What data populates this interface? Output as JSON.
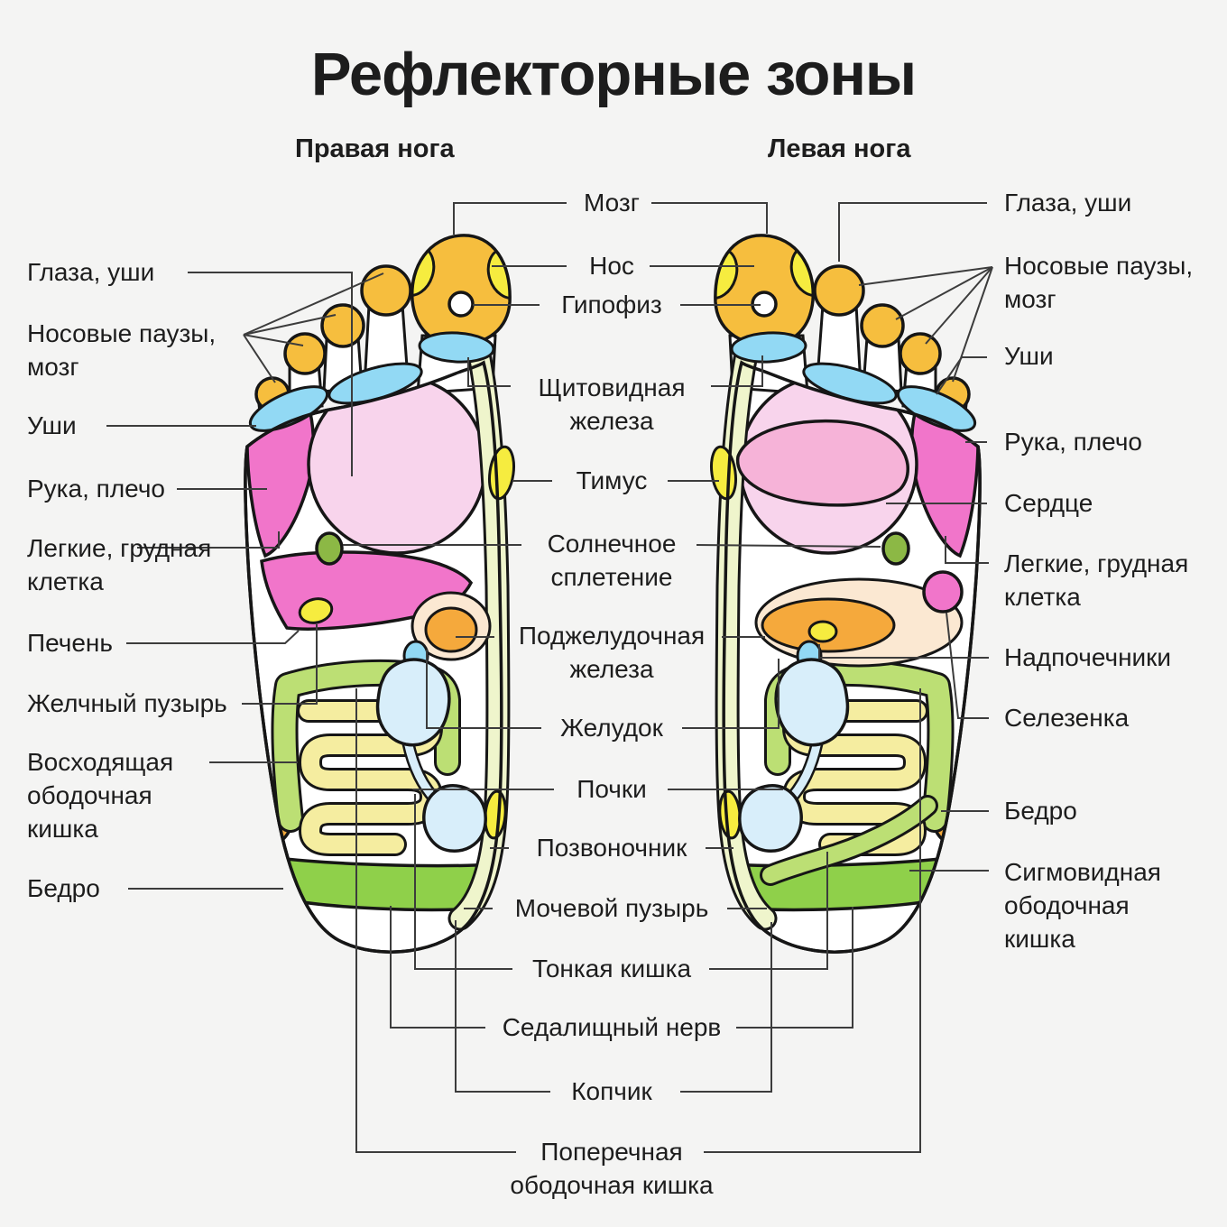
{
  "title": "Рефлекторные зоны",
  "feet": {
    "right_heading": "Правая нога",
    "left_heading": "Левая нога"
  },
  "labels": {
    "left": [
      {
        "id": "eyes-ears",
        "text": "Глаза, уши"
      },
      {
        "id": "nasal-sinuses-brain",
        "text": "Носовые паузы, мозг"
      },
      {
        "id": "ears",
        "text": "Уши"
      },
      {
        "id": "arm-shoulder",
        "text": "Рука, плечо"
      },
      {
        "id": "lungs-chest",
        "text": "Легкие, грудная клетка"
      },
      {
        "id": "liver",
        "text": "Печень"
      },
      {
        "id": "gallbladder",
        "text": "Желчный пузырь"
      },
      {
        "id": "ascending-colon",
        "text": "Восходящая ободочная кишка"
      },
      {
        "id": "hip",
        "text": "Бедро"
      }
    ],
    "center": [
      {
        "id": "brain",
        "text": "Мозг"
      },
      {
        "id": "nose",
        "text": "Нос"
      },
      {
        "id": "pituitary",
        "text": "Гипофиз"
      },
      {
        "id": "thyroid",
        "text": "Щитовидная железа"
      },
      {
        "id": "thymus",
        "text": "Тимус"
      },
      {
        "id": "solar-plexus",
        "text": "Солнечное сплетение"
      },
      {
        "id": "pancreas",
        "text": "Поджелудочная железа"
      },
      {
        "id": "stomach",
        "text": "Желудок"
      },
      {
        "id": "kidneys",
        "text": "Почки"
      },
      {
        "id": "spine",
        "text": "Позвоночник"
      },
      {
        "id": "bladder",
        "text": "Мочевой пузырь"
      },
      {
        "id": "small-intestine",
        "text": "Тонкая кишка"
      },
      {
        "id": "sciatic-nerve",
        "text": "Седалищный нерв"
      },
      {
        "id": "coccyx",
        "text": "Копчик"
      },
      {
        "id": "transverse-colon",
        "text": "Поперечная ободочная кишка"
      }
    ],
    "right": [
      {
        "id": "eyes-ears",
        "text": "Глаза, уши"
      },
      {
        "id": "nasal-sinuses-brain",
        "text": "Носовые паузы, мозг"
      },
      {
        "id": "ears",
        "text": "Уши"
      },
      {
        "id": "arm-shoulder",
        "text": "Рука, плечо"
      },
      {
        "id": "heart",
        "text": "Сердце"
      },
      {
        "id": "lungs-chest",
        "text": "Легкие, грудная клетка"
      },
      {
        "id": "adrenals",
        "text": "Надпочечники"
      },
      {
        "id": "spleen",
        "text": "Селезенка"
      },
      {
        "id": "hip",
        "text": "Бедро"
      },
      {
        "id": "sigmoid-colon",
        "text": "Сигмовидная ободочная кишка"
      }
    ]
  },
  "palette": {
    "background": "#F4F4F3",
    "outline": "#161616",
    "pointer_line": "#3C3C3C",
    "brain_toes_orange": "#F6BE3E",
    "nose_sinus_yellow": "#F6EC3F",
    "thyroid_blue": "#92D9F4",
    "lungs_light_pink": "#F8D4EC",
    "arm_shoulder_magenta": "#F175CA",
    "heart_pink": "#F6B3D8",
    "liver_magenta": "#F175CA",
    "stomach_orange": "#F5A93C",
    "pancreas_peach": "#FBE8D2",
    "kidney_light_blue": "#D8EEFA",
    "intestine_pale_yellow": "#F5EDA0",
    "colon_green": "#BCDF74",
    "sciatic_green": "#8FD04A",
    "spine_pale_green": "#EFF5CC",
    "solar_plexus_olive": "#8CB845",
    "hip_orange": "#F3A93C"
  }
}
